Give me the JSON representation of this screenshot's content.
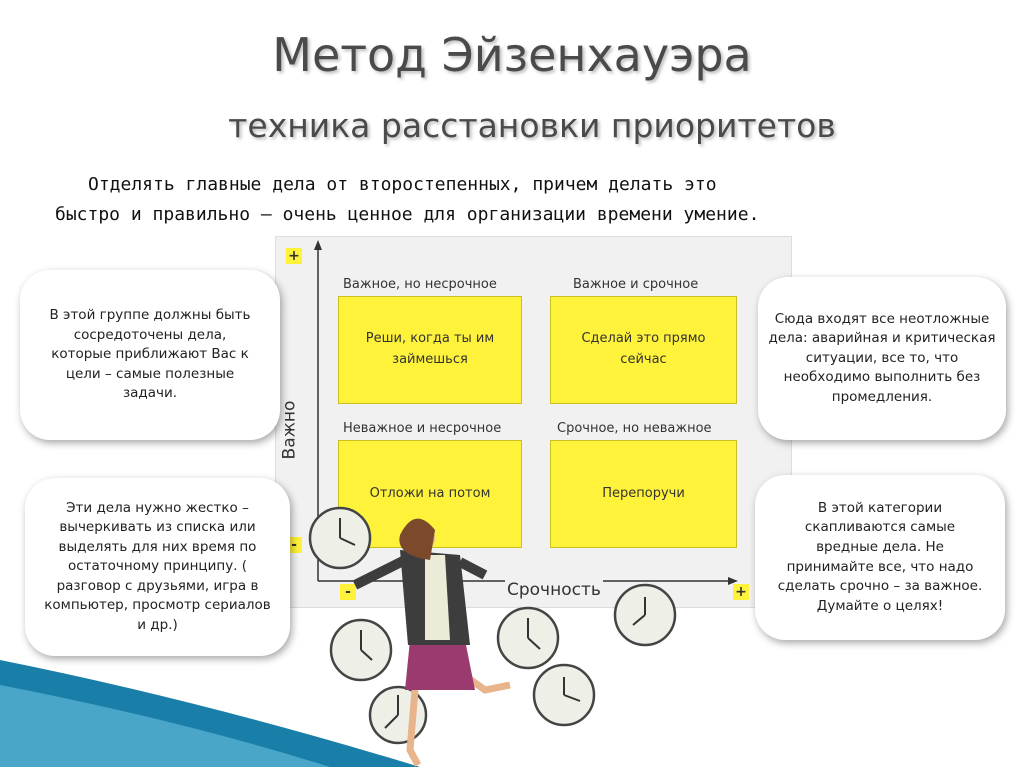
{
  "title": "Метод Эйзенхауэра",
  "subtitle": "техника расстановки приоритетов",
  "intro": {
    "line1": "Отделять главные дела от второстепенных, причем делать это",
    "line2": "быстро и правильно – очень ценное для организации времени умение."
  },
  "matrix": {
    "y_axis_label": "Важно",
    "x_axis_label": "Срочность",
    "plus": "+",
    "minus": "-",
    "quadrants": [
      {
        "label": "Важное, но несрочное",
        "action": "Реши, когда ты им займешься"
      },
      {
        "label": "Важное и срочное",
        "action": "Сделай это прямо сейчас"
      },
      {
        "label": "Неважное и несрочное",
        "action": "Отложи на потом"
      },
      {
        "label": "Срочное, но неважное",
        "action": "Перепоручи"
      }
    ]
  },
  "bubbles": {
    "important_not_urgent": "В этой группе должны быть сосредоточены дела, которые приближают Вас к цели – самые полезные задачи.",
    "not_important_not_urgent": "Эти дела нужно жестко – вычеркивать из списка или выделять для них время по остаточному принципу. ( разговор с друзьями, игра в компьютер, просмотр сериалов и др.)",
    "important_urgent": "Сюда входят все неотложные дела: аварийная и критическая ситуации, все то, что необходимо выполнить без промедления.",
    "urgent_not_important": "В этой категории скапливаются самые вредные дела. Не принимайте все, что надо сделать срочно – за важное. Думайте о целях!"
  },
  "colors": {
    "sticky": "#fff23a",
    "swoosh": "#1a7fa8",
    "skirt": "#9b3a6e"
  }
}
